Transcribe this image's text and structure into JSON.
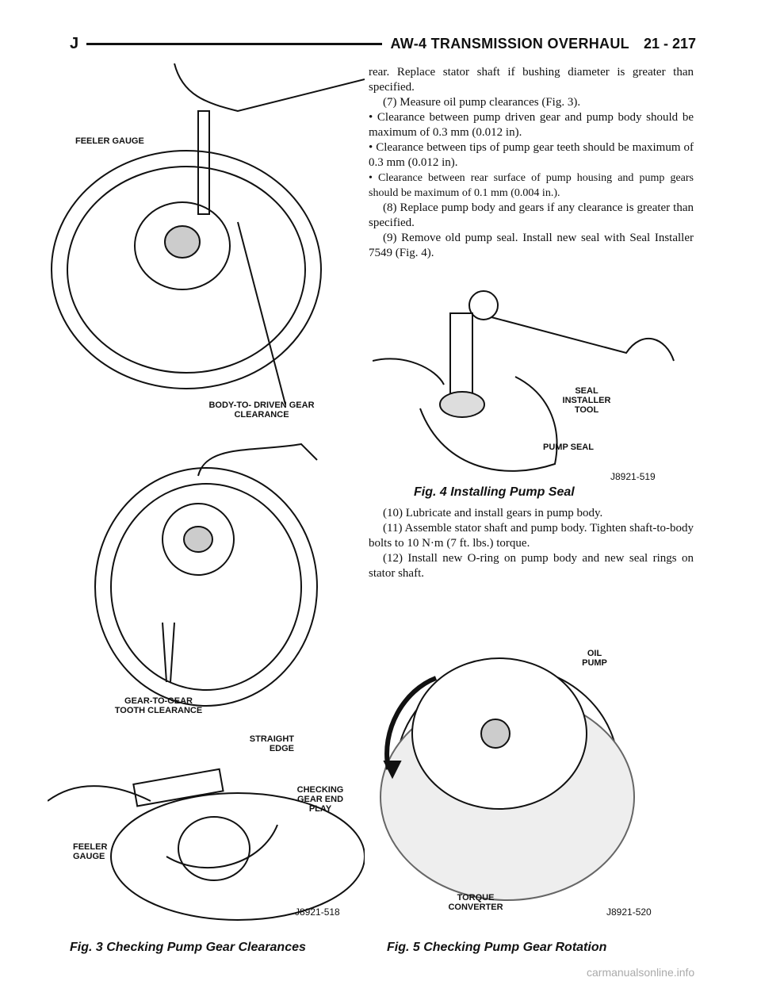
{
  "header": {
    "section_letter": "J",
    "title": "AW-4 TRANSMISSION OVERHAUL",
    "page": "21 - 217"
  },
  "body": {
    "paragraphs": [
      "rear. Replace stator shaft if bushing diameter is greater than specified.",
      "(7) Measure oil pump clearances (Fig. 3).",
      "• Clearance between pump driven gear and pump body should be maximum of 0.3 mm (0.012 in).",
      "• Clearance between tips of pump gear teeth should be maximum of 0.3 mm (0.012 in).",
      "• Clearance between rear surface of pump housing and pump gears should be maximum of 0.1 mm (0.004 in.).",
      "(8) Replace pump body and gears if any clearance is greater than specified.",
      "(9) Remove old pump seal. Install new seal with Seal Installer 7549 (Fig. 4)."
    ],
    "paragraphs2": [
      "(10) Lubricate and install gears in pump body.",
      "(11) Assemble stator shaft and pump body. Tighten shaft-to-body bolts to 10 N·m (7 ft. lbs.) torque.",
      "(12) Install new O-ring on pump body and new seal rings on stator shaft."
    ]
  },
  "fig3": {
    "caption": "Fig. 3 Checking Pump Gear Clearances",
    "code": "J8921-518",
    "labels": {
      "feeler_gauge_top": "FEELER GAUGE",
      "body_to_driven": "BODY-TO- DRIVEN GEAR CLEARANCE",
      "gear_to_gear": "GEAR-TO-GEAR TOOTH CLEARANCE",
      "straight_edge": "STRAIGHT EDGE",
      "checking_end_play": "CHECKING GEAR END PLAY",
      "feeler_gauge_bottom": "FEELER GAUGE"
    }
  },
  "fig4": {
    "caption": "Fig. 4 Installing Pump Seal",
    "code": "J8921-519",
    "labels": {
      "seal_installer": "SEAL INSTALLER TOOL",
      "pump_seal": "PUMP SEAL"
    }
  },
  "fig5": {
    "caption": "Fig. 5 Checking Pump Gear Rotation",
    "code": "J8921-520",
    "labels": {
      "oil_pump": "OIL PUMP",
      "torque_converter": "TORQUE CONVERTER"
    }
  },
  "watermark": "carmanualsonline.info"
}
